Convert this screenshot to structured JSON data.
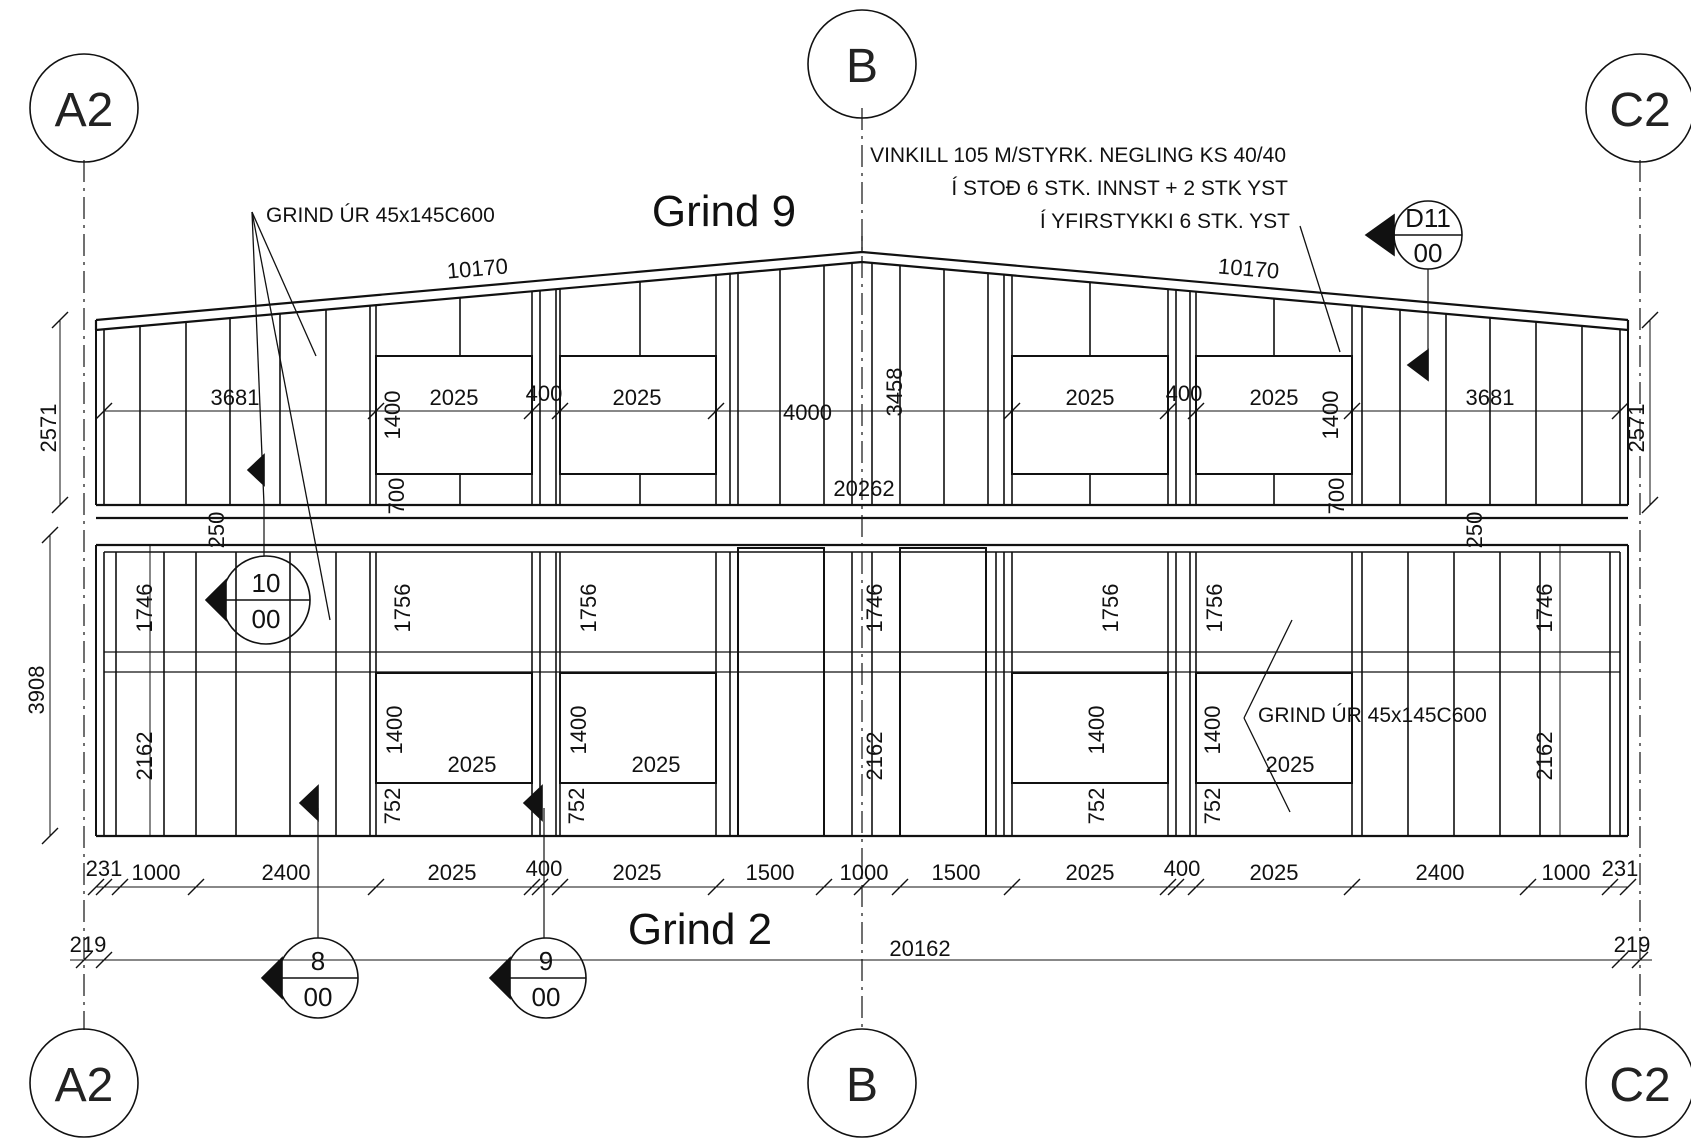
{
  "grid_bubbles": {
    "left": "A2",
    "center": "B",
    "right": "C2"
  },
  "titles": {
    "upper": "Grind 9",
    "lower": "Grind 2"
  },
  "notes": {
    "grind_upper_left": "GRIND ÚR 45x145C600",
    "grind_lower_right": "GRIND ÚR 45x145C600",
    "vinkill_line1": "VINKILL 105 M/STYRK. NEGLING KS  40/40",
    "vinkill_line2": "Í STOÐ 6 STK. INNST + 2 STK YST",
    "vinkill_line3": "Í YFIRSTYKKI 6 STK. YST"
  },
  "section_marks": {
    "d11": {
      "top": "D11",
      "bottom": "00"
    },
    "s10": {
      "top": "10",
      "bottom": "00"
    },
    "s8": {
      "top": "8",
      "bottom": "00"
    },
    "s9": {
      "top": "9",
      "bottom": "00"
    }
  },
  "upper_dims": {
    "roof_left": "10170",
    "roof_right": "10170",
    "left_height": "2571",
    "right_height": "2571",
    "bay_left": "3681",
    "bay_right": "3681",
    "w1": "2025",
    "w2": "400",
    "w3": "2025",
    "center_bay": "4000",
    "center_h": "3458",
    "w4": "2025",
    "w5": "400",
    "w6": "2025",
    "win_h_left": "1400",
    "win_h_right": "1400",
    "sill_left": "700",
    "sill_right": "700",
    "total": "20262",
    "band_left": "250",
    "band_right": "250"
  },
  "lower_dims": {
    "total_height": "3908",
    "h1746_a": "1746",
    "h1756_a": "1756",
    "h1756_b": "1756",
    "h1746_b": "1746",
    "h1756_c": "1756",
    "h1756_d": "1756",
    "h1746_c": "1746",
    "h2162_a": "2162",
    "h2162_b": "2162",
    "h2162_c": "2162",
    "h1400_a": "1400",
    "h1400_b": "1400",
    "h1400_c": "1400",
    "h1400_d": "1400",
    "w2025_a": "2025",
    "w2025_b": "2025",
    "w2025_c": "2025",
    "h752_a": "752",
    "h752_b": "752",
    "h752_c": "752",
    "h752_d": "752"
  },
  "bottom_chain": {
    "segments": [
      "231",
      "1000",
      "2400",
      "2025",
      "400",
      "2025",
      "1500",
      "1000",
      "1500",
      "2025",
      "400",
      "2025",
      "2400",
      "1000",
      "231"
    ],
    "edge_left": "219",
    "edge_right": "219",
    "total": "20162"
  }
}
